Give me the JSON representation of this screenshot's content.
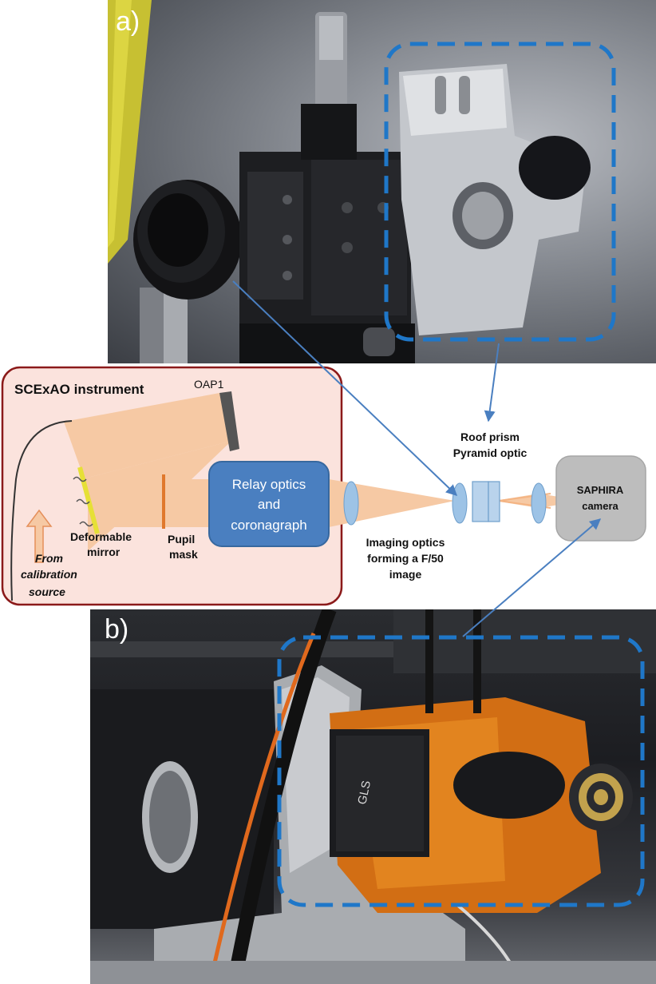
{
  "panels": {
    "a_label": "a)",
    "b_label": "b)"
  },
  "instrument_box": {
    "title": "SCExAO instrument",
    "oap_label": "OAP1",
    "deformable_mirror": [
      "Deformable",
      "mirror"
    ],
    "pupil_mask": [
      "Pupil",
      "mask"
    ],
    "relay": [
      "Relay optics",
      "and",
      "coronagraph"
    ],
    "source": [
      "From",
      "calibration",
      "source"
    ]
  },
  "outside": {
    "roof_prism": "Roof prism",
    "pyramid_optic": "Pyramid optic",
    "imaging": [
      "Imaging optics",
      "forming a F/50",
      "image"
    ],
    "camera": [
      "SAPHIRA",
      "camera"
    ]
  },
  "photo_text": {
    "gls_logo": "GLS"
  },
  "colors": {
    "dashed_box": "#1f77c8",
    "connector": "#4a7fc0",
    "instrument_bg": "#fbe3dd",
    "instrument_border": "#8b1a1a",
    "beam": "#f6c9a4",
    "relay_box": "#4a7fc0",
    "lens": "#9dc3e6",
    "camera_box": "#bdbdbd",
    "mirror": "#e6e036",
    "pupil_mask": "#e0782c"
  }
}
